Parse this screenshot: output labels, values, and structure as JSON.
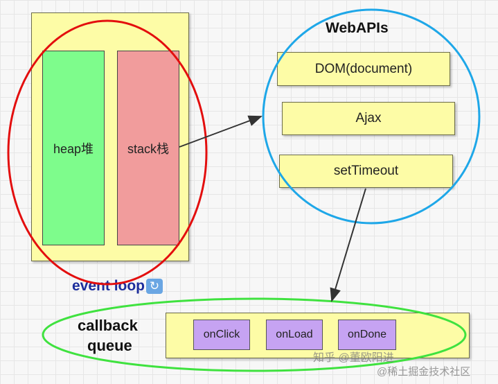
{
  "engine": {
    "heap_label": "heap堆",
    "stack_label": "stack栈"
  },
  "webapis": {
    "title": "WebAPIs",
    "items": [
      "DOM(document)",
      "Ajax",
      "setTimeout"
    ]
  },
  "event_loop": {
    "label": "event loop",
    "icon": "refresh-emoji-icon"
  },
  "callback_queue": {
    "label_line1": "callback",
    "label_line2": "queue",
    "items": [
      "onClick",
      "onLoad",
      "onDone"
    ]
  },
  "watermark": {
    "text1": "知乎 @董欧阳进",
    "text2": "@稀土掘金技术社区"
  },
  "colors": {
    "container_yellow": "#fdfca6",
    "heap_green": "#7efc8c",
    "stack_red": "#f19c9c",
    "engine_circle": "#e30e0e",
    "webapis_circle": "#1ea7e8",
    "queue_ellipse": "#3fe23f",
    "queue_item_purple": "#c6a3f2",
    "event_loop_text": "#1d2e9c"
  }
}
